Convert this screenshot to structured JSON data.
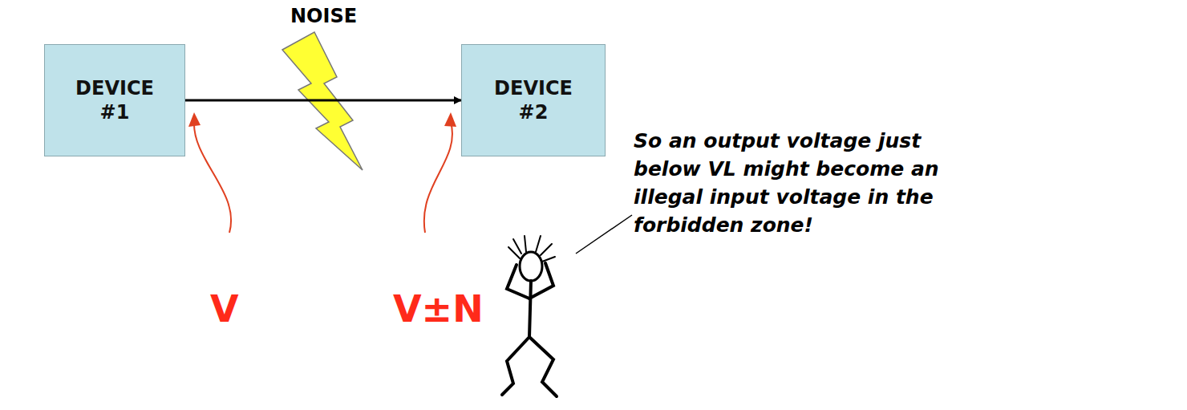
{
  "diagram": {
    "nodes": [
      {
        "text": [
          "DEVICE #1"
        ]
      },
      {
        "text": [
          "DEVICE #2"
        ]
      }
    ],
    "edges": [
      {
        "from": 0,
        "to": 1,
        "arrow": "to"
      }
    ],
    "labels": [
      "NOISE",
      "V",
      "V±N",
      "So an output voltage just below VL might become an illegal input voltage in the forbidden zone!"
    ]
  }
}
